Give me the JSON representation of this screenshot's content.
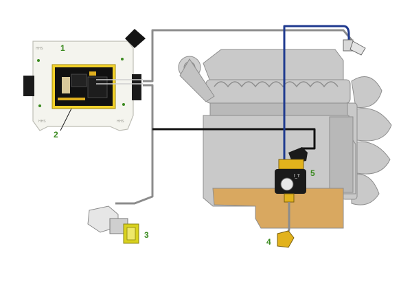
{
  "diagram": {
    "callouts": [
      {
        "id": "1",
        "label": "1",
        "part": "control-unit"
      },
      {
        "id": "2",
        "label": "2",
        "part": "controller-board"
      },
      {
        "id": "3",
        "label": "3",
        "part": "indicator-switch"
      },
      {
        "id": "4",
        "label": "4",
        "part": "oil-drain-fitting"
      },
      {
        "id": "5",
        "label": "5",
        "part": "oil-pump-valve"
      }
    ],
    "unit_marks": {
      "top_left": "HHS",
      "bottom_left": "HHS",
      "bottom_right": "HHS"
    },
    "valve_mark": "f_T"
  },
  "colors": {
    "engine_gray": "#c9c9c9",
    "engine_dark": "#9b9b9b",
    "oil_fill": "#d9a860",
    "cable_gray": "#8c8c8c",
    "hose_blue": "#1f3a8f",
    "wire_black": "#111111",
    "pcb_yellow": "#f2d12a",
    "switch_yellow": "#d9d21e",
    "callout_green": "#3a8a1f"
  }
}
